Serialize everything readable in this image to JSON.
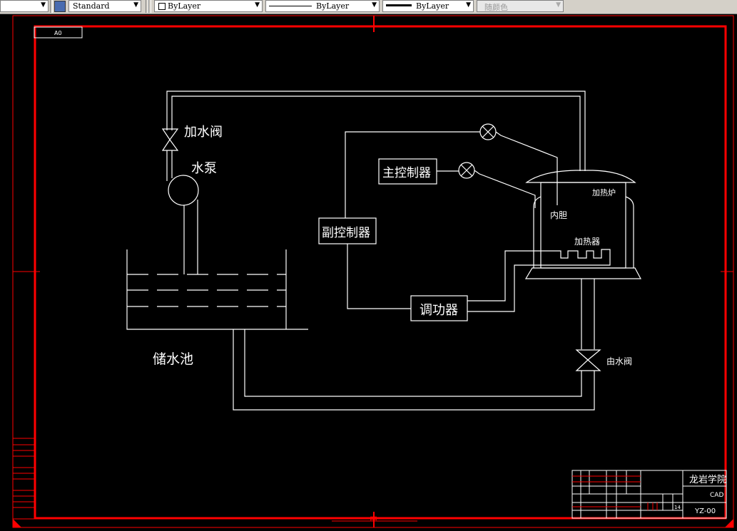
{
  "toolbar": {
    "text_style": "Standard",
    "layer": "ByLayer",
    "linetype": "ByLayer",
    "lineweight": "ByLayer",
    "plot_style": "随颜色"
  },
  "drawing": {
    "sheet_size": "A0",
    "center_mark": "中",
    "labels": {
      "add_valve": "加水阀",
      "pump": "水泵",
      "tank": "储水池",
      "main_controller": "主控制器",
      "sub_controller": "副控制器",
      "power_regulator": "调功器",
      "furnace": "加热炉",
      "liner": "内胆",
      "heater": "加热器",
      "outlet_valve": "由水阀"
    },
    "title_block": {
      "school": "龙岩学院",
      "drawing_title": "CAD",
      "drawing_no": "YZ-00",
      "sheet": "14"
    }
  },
  "colors": {
    "border": "#ff0000",
    "lines": "#ffffff",
    "background": "#000000"
  }
}
